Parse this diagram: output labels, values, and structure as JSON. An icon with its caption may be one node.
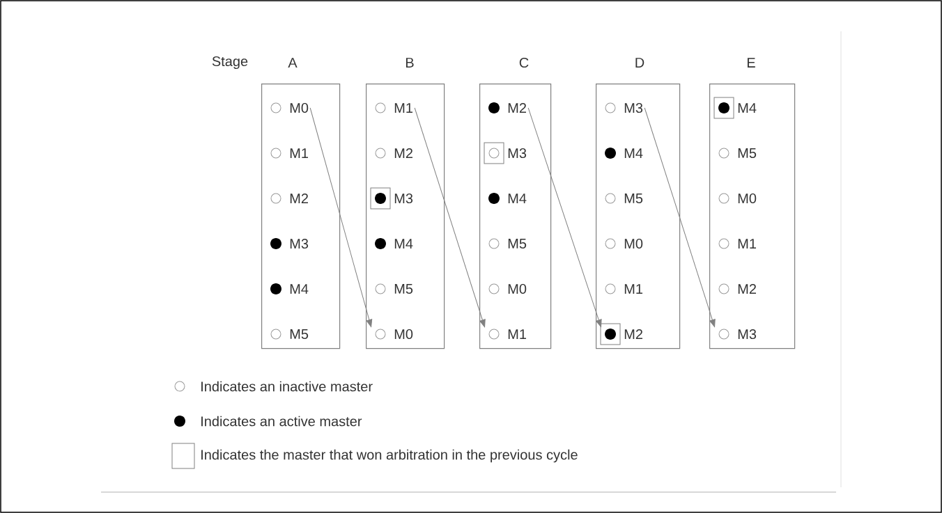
{
  "diagram": {
    "nodes": [
      {
        "text": [
          "A"
        ]
      },
      {
        "text": [
          "M0"
        ],
        "in": 0
      },
      {
        "text": [
          "M1"
        ],
        "in": 0
      },
      {
        "text": [
          "M2"
        ],
        "in": 0
      },
      {
        "text": [
          "M3"
        ],
        "in": 0
      },
      {
        "text": [
          "M4"
        ],
        "in": 0
      },
      {
        "text": [
          "M5"
        ],
        "in": 0
      },
      {
        "text": [
          "B"
        ]
      },
      {
        "text": [
          "M1"
        ],
        "in": 7
      },
      {
        "text": [
          "M2"
        ],
        "in": 7
      },
      {
        "text": [
          "M3"
        ],
        "in": 7
      },
      {
        "text": [
          "M4"
        ],
        "in": 7
      },
      {
        "text": [
          "M5"
        ],
        "in": 7
      },
      {
        "text": [
          "M0"
        ],
        "in": 7
      },
      {
        "text": [
          "C"
        ]
      },
      {
        "text": [
          "M2"
        ],
        "in": 14
      },
      {
        "text": [
          "M3"
        ],
        "in": 14
      },
      {
        "text": [
          "M4"
        ],
        "in": 14
      },
      {
        "text": [
          "M5"
        ],
        "in": 14
      },
      {
        "text": [
          "M0"
        ],
        "in": 14
      },
      {
        "text": [
          "M1"
        ],
        "in": 14
      },
      {
        "text": [
          "D"
        ]
      },
      {
        "text": [
          "M3"
        ],
        "in": 21
      },
      {
        "text": [
          "M4"
        ],
        "in": 21
      },
      {
        "text": [
          "M5"
        ],
        "in": 21
      },
      {
        "text": [
          "M0"
        ],
        "in": 21
      },
      {
        "text": [
          "M1"
        ],
        "in": 21
      },
      {
        "text": [
          "M2"
        ],
        "in": 21
      },
      {
        "text": [
          "E"
        ]
      },
      {
        "text": [
          "M4"
        ],
        "in": 28
      },
      {
        "text": [
          "M5"
        ],
        "in": 28
      },
      {
        "text": [
          "M0"
        ],
        "in": 28
      },
      {
        "text": [
          "M1"
        ],
        "in": 28
      },
      {
        "text": [
          "M2"
        ],
        "in": 28
      },
      {
        "text": [
          "M3"
        ],
        "in": 28
      }
    ],
    "edges": [
      {
        "from": 1,
        "to": 13,
        "arrow": "to"
      },
      {
        "from": 8,
        "to": 20,
        "arrow": "to"
      },
      {
        "from": 15,
        "to": 27,
        "arrow": "to"
      },
      {
        "from": 22,
        "to": 34,
        "arrow": "to"
      }
    ],
    "labels": [
      "Stage"
    ],
    "legend": [
      {
        "text": "Indicates an inactive master"
      },
      {
        "text": "Indicates an active master"
      },
      {
        "text": "Indicates the master that won arbitration in the previous cycle"
      }
    ]
  }
}
